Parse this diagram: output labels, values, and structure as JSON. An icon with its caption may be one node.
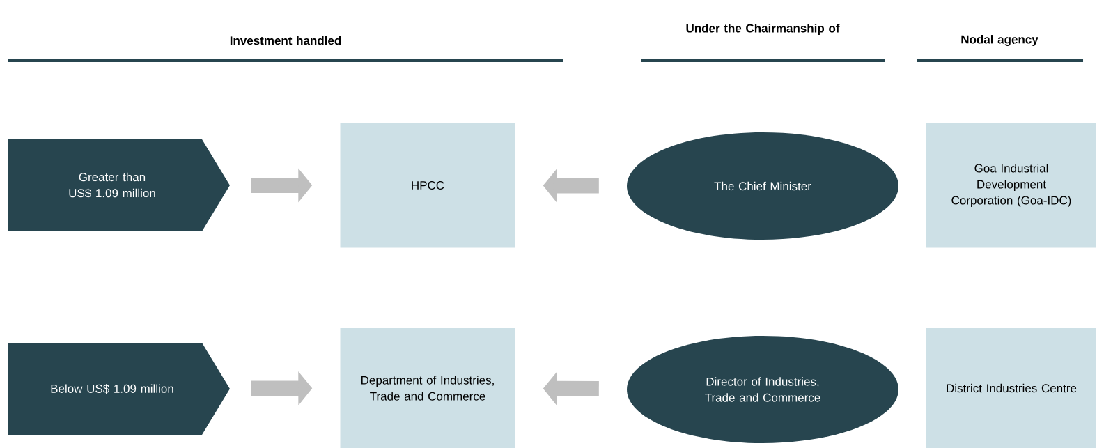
{
  "diagram": {
    "nodes": [
      {
        "text": [
          "Greater than US$ 1.09 million"
        ]
      },
      {
        "text": [
          "HPCC"
        ]
      },
      {
        "text": [
          "The Chief Minister"
        ]
      },
      {
        "text": [
          "Goa Industrial Development Corporation (Goa-IDC)"
        ]
      },
      {
        "text": [
          "Below US$ 1.09 million"
        ]
      },
      {
        "text": [
          "Department of Industries, Trade and Commerce"
        ]
      },
      {
        "text": [
          "Director of Industries, Trade and Commerce"
        ]
      },
      {
        "text": [
          "District Industries Centre"
        ]
      }
    ],
    "edges": [
      {
        "from": 0,
        "to": 1,
        "arrow": "to"
      },
      {
        "from": 2,
        "to": 1,
        "arrow": "to"
      },
      {
        "from": 4,
        "to": 5,
        "arrow": "to"
      },
      {
        "from": 6,
        "to": 5,
        "arrow": "to"
      }
    ],
    "labels": [
      "Investment handled",
      "Under the Chairmanship of",
      "Nodal agency"
    ]
  }
}
